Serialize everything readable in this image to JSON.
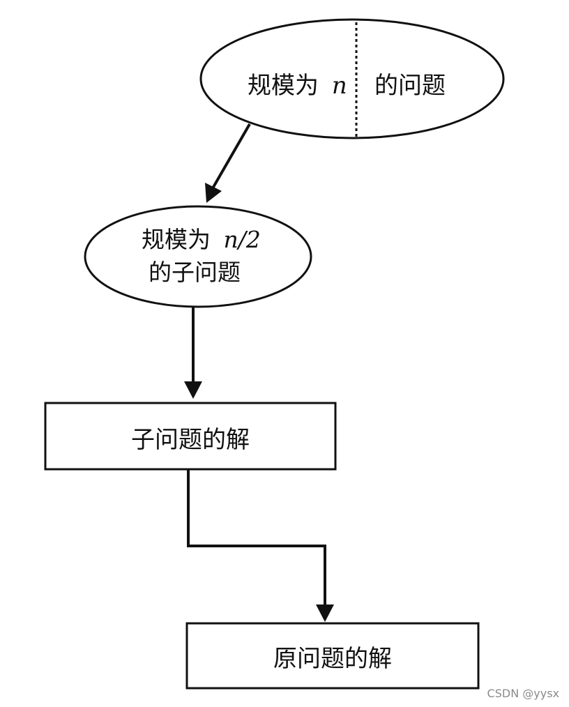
{
  "nodes": {
    "problem_n": {
      "left_text": "规模为",
      "var": "n",
      "right_text": "的问题"
    },
    "subproblem": {
      "line1_text": "规模为",
      "line1_var": "n/2",
      "line2_text": "的子问题"
    },
    "sub_solution": {
      "label": "子问题的解"
    },
    "orig_solution": {
      "label": "原问题的解"
    }
  },
  "watermark": "CSDN @yysx"
}
